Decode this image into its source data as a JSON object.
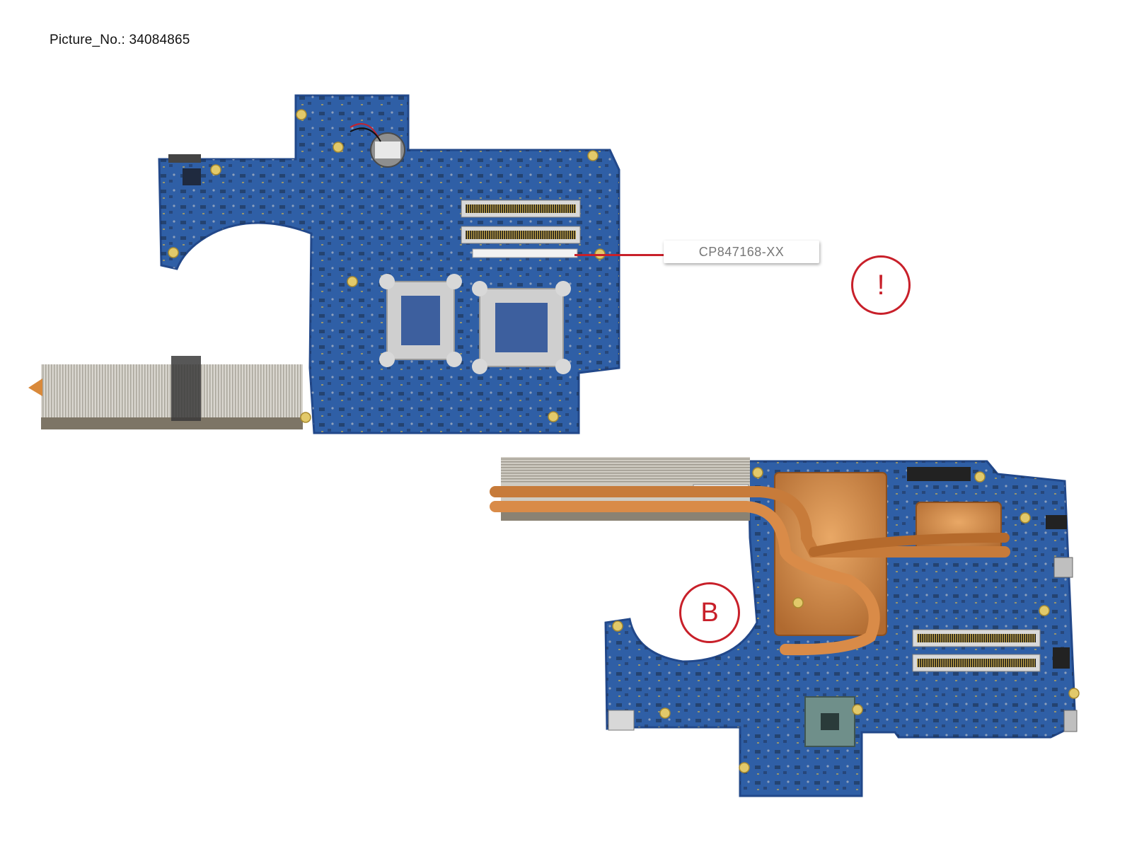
{
  "caption": {
    "label": "Picture_No.:",
    "number": "34084865"
  },
  "part_label": "CP847168-XX",
  "badges": {
    "warning": "!",
    "variant": "B"
  },
  "colors": {
    "pcb_blue": "#2f5fa6",
    "pcb_dark": "#22488a",
    "copper": "#d08a4a",
    "accent_red": "#c8202a"
  }
}
